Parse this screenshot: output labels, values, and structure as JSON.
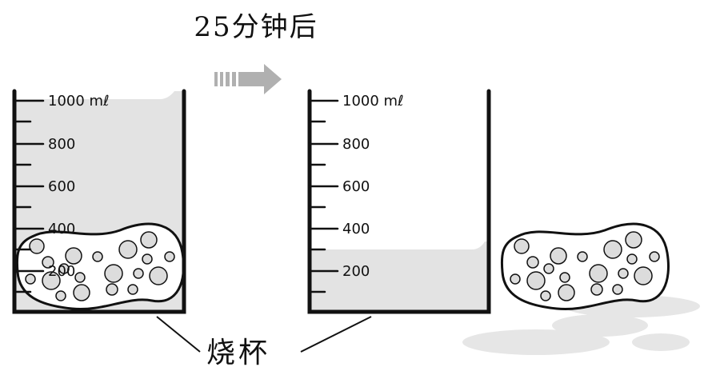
{
  "title": "25分钟后",
  "beaker_label": "烧杯",
  "scale_labels": [
    "1000 mℓ",
    "800",
    "600",
    "400",
    "200"
  ],
  "colors": {
    "water": "#e3e3e3",
    "beaker_line": "#111111",
    "sponge_fill": "#ffffff",
    "bubble_fill": "#dcdcdc",
    "arrow": "#b0b0b0",
    "puddle": "#e6e6e6"
  },
  "icons": {
    "arrow": "right-arrow-icon",
    "sponge": "sponge-icon"
  }
}
